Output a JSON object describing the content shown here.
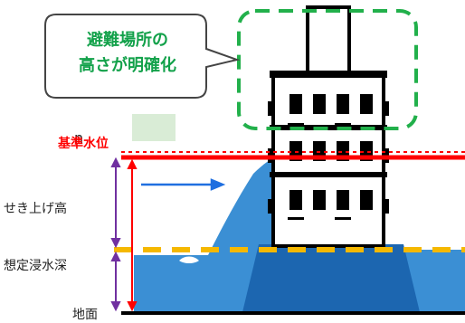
{
  "callout": {
    "line1": "避難場所の",
    "line2": "高さが明確化"
  },
  "labels": {
    "standard_water_level": "基準水位",
    "seki_age_height": "せき上げ高",
    "assumed_depth": "想定浸水深",
    "ground": "地面",
    "stray_char": "n"
  },
  "colors": {
    "red_line": "#ff0000",
    "dashed_orange": "#f5b800",
    "dashed_green": "#22b04b",
    "water": "#3b8fd4",
    "water_dark": "#1c66b0",
    "arrow_blue": "#1f6fe0",
    "bracket_purple": "#7030a0"
  }
}
